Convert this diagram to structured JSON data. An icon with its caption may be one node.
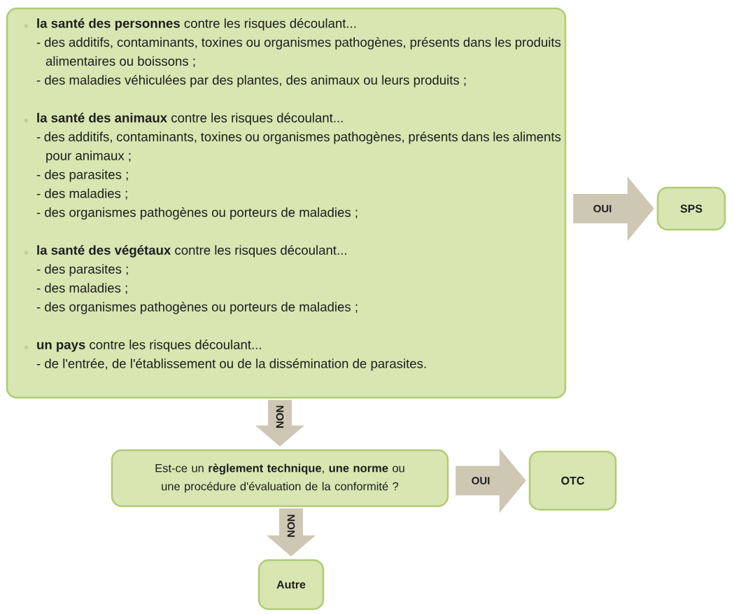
{
  "diagram": {
    "nodes": [
      {
        "text": [
          "**la santé des personnes** contre les risques découlant...",
          "- des additifs, contaminants, toxines ou organismes pathogènes, présents dans les produits alimentaires ou boissons ;",
          "- des maladies véhiculées par des plantes, des animaux ou leurs produits ;",
          "**la santé des animaux** contre les risques découlant...",
          "- des additifs, contaminants, toxines ou organismes pathogènes, présents dans les aliments pour animaux ;",
          "- des parasites ;",
          "- des maladies ;",
          "- des organismes pathogènes ou porteurs de maladies ;",
          "**la santé des végétaux** contre les risques découlant...",
          "- des parasites ;",
          "- des maladies ;",
          "- des organismes pathogènes ou porteurs de maladies ;",
          "**un pays** contre les risques découlant...",
          "- de l'entrée, de l'établissement ou de la dissémination de parasites."
        ]
      },
      {
        "text": [
          "SPS"
        ]
      },
      {
        "text": [
          "Est-ce un **règlement technique**, **une norme** ou une procédure d'évaluation de la conformité ?"
        ]
      },
      {
        "text": [
          "OTC"
        ]
      },
      {
        "text": [
          "Autre"
        ]
      }
    ],
    "edges": [
      {
        "from": 0,
        "to": 1,
        "arrow": "to",
        "label": "OUI"
      },
      {
        "from": 0,
        "to": 2,
        "arrow": "to",
        "label": "NON"
      },
      {
        "from": 2,
        "to": 3,
        "arrow": "to",
        "label": "OUI"
      },
      {
        "from": 2,
        "to": 4,
        "arrow": "to",
        "label": "NON"
      }
    ]
  }
}
